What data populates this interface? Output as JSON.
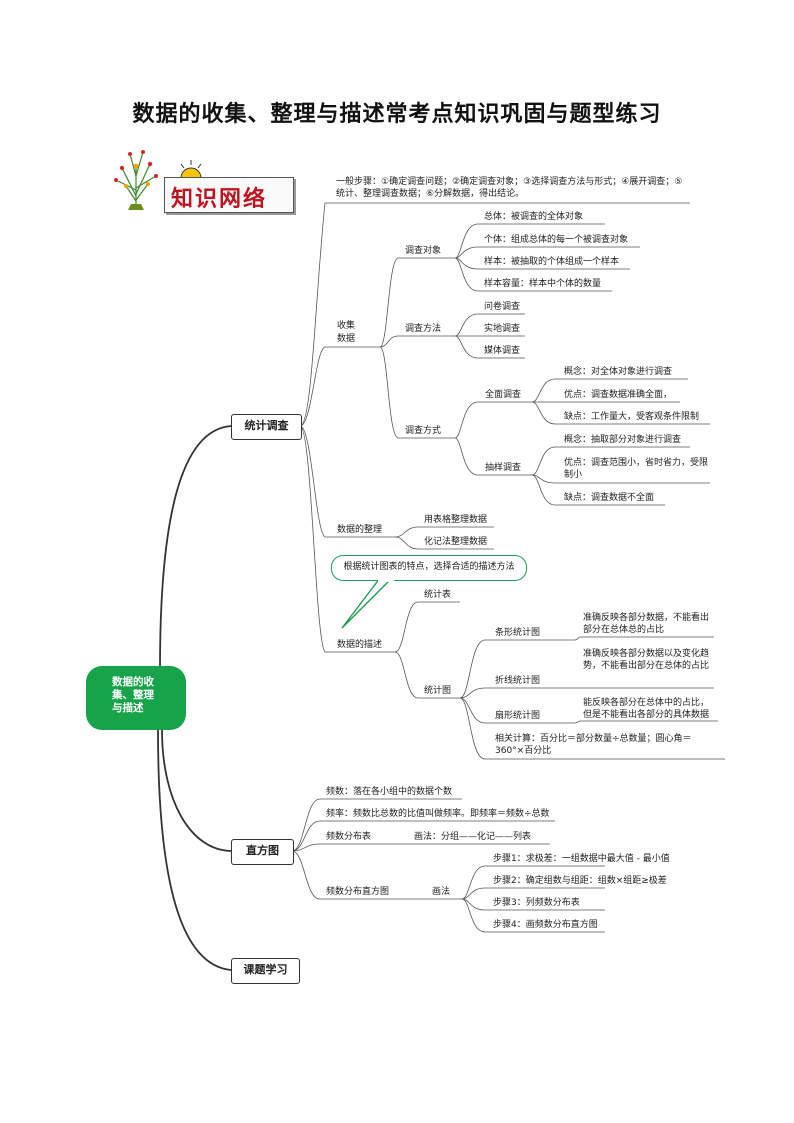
{
  "title": "数据的收集、整理与描述常考点知识巩固与题型练习",
  "logo": {
    "text": "知识网络"
  },
  "root": "数据的收集、整理与描述",
  "branches": {
    "survey": "统计调查",
    "histogram": "直方图",
    "topic": "课题学习"
  },
  "survey": {
    "steps": "一般步骤：①确定调查问题；②确定调查对象；③选择调查方法与形式；④展开调查；⑤统计、整理调查数据；⑥分解数据，得出结论。",
    "collect": "收集数据",
    "object": {
      "label": "调查对象",
      "items": [
        "总体：被调查的全体对象",
        "个体：组成总体的每一个被调查对象",
        "样本：被抽取的个体组成一个样本",
        "样本容量：样本中个体的数量"
      ]
    },
    "method": {
      "label": "调查方法",
      "items": [
        "问卷调查",
        "实地调查",
        "媒体调查"
      ]
    },
    "mode": {
      "label": "调查方式",
      "full": {
        "label": "全面调查",
        "items": [
          "概念：对全体对象进行调查",
          "优点：调查数据准确全面，",
          "缺点：工作量大，受客观条件限制"
        ]
      },
      "sample": {
        "label": "抽样调查",
        "items": [
          "概念：抽取部分对象进行调查",
          "优点：调查范围小，省时省力，受限制小",
          "缺点：调查数据不全面"
        ]
      }
    },
    "organize": {
      "label": "数据的整理",
      "items": [
        "用表格整理数据",
        "化记法整理数据"
      ]
    },
    "describe": {
      "label": "数据的描述",
      "callout": "根据统计图表的特点，选择合适的描述方法",
      "table": "统计表",
      "chart": "统计图",
      "bar": {
        "label": "条形统计图",
        "desc": "准确反映各部分数据，不能看出部分在总体总的占比"
      },
      "line": {
        "label": "折线统计图",
        "desc": "准确反映各部分数据以及变化趋势，不能看出部分在总体的占比"
      },
      "pie": {
        "label": "扇形统计图",
        "desc": "能反映各部分在总体中的占比，但是不能看出各部分的具体数据"
      },
      "calc": "相关计算：百分比＝部分数量÷总数量；圆心角＝360°×百分比"
    }
  },
  "hist": {
    "freq": "频数：落在各小组中的数据个数",
    "rate": "频率：频数比总数的比值叫做频率。即频率＝频数÷总数",
    "table": "频数分布表",
    "table_method": "画法：分组——化记——列表",
    "histo": "频数分布直方图",
    "draw": "画法",
    "steps": [
      "步骤1：求极差：一组数据中最大值 - 最小值",
      "步骤2：确定组数与组距：组数×组距≥极差",
      "步骤3：列频数分布表",
      "步骤4：画频数分布直方图"
    ]
  }
}
